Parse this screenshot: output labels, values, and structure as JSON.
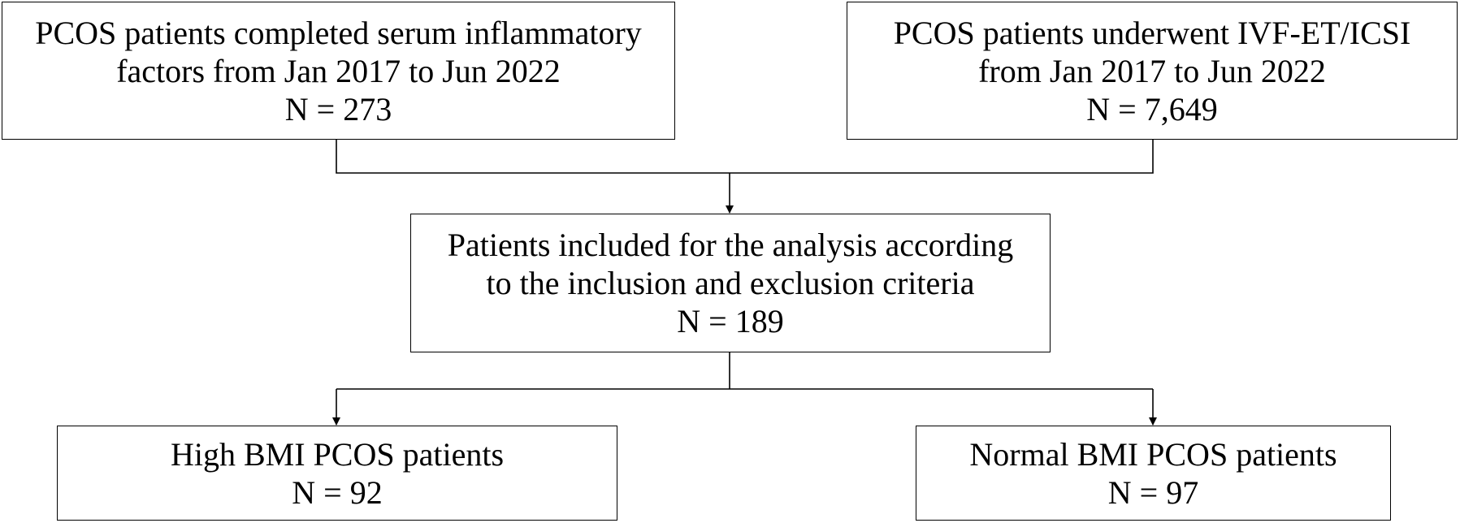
{
  "diagram": {
    "type": "flowchart",
    "colors": {
      "stroke": "#000000",
      "background": "#ffffff",
      "text": "#000000"
    },
    "nodes": {
      "inflammatory": {
        "lines": [
          "PCOS patients completed serum inflammatory",
          "factors from Jan 2017 to Jun 2022"
        ],
        "count": "N = 273"
      },
      "ivf": {
        "lines": [
          "PCOS patients underwent IVF-ET/ICSI",
          "from Jan 2017 to Jun 2022"
        ],
        "count": "N = 7,649"
      },
      "included": {
        "lines": [
          "Patients included for the analysis according",
          "to the inclusion and exclusion criteria"
        ],
        "count": "N = 189"
      },
      "high_bmi": {
        "lines": [
          "High BMI PCOS patients"
        ],
        "count": "N = 92"
      },
      "normal_bmi": {
        "lines": [
          "Normal BMI PCOS patients"
        ],
        "count": "N = 97"
      }
    },
    "edges": [
      {
        "from": [
          "inflammatory",
          "ivf"
        ],
        "to": "included"
      },
      {
        "from": [
          "included"
        ],
        "to": "high_bmi"
      },
      {
        "from": [
          "included"
        ],
        "to": "normal_bmi"
      }
    ]
  }
}
